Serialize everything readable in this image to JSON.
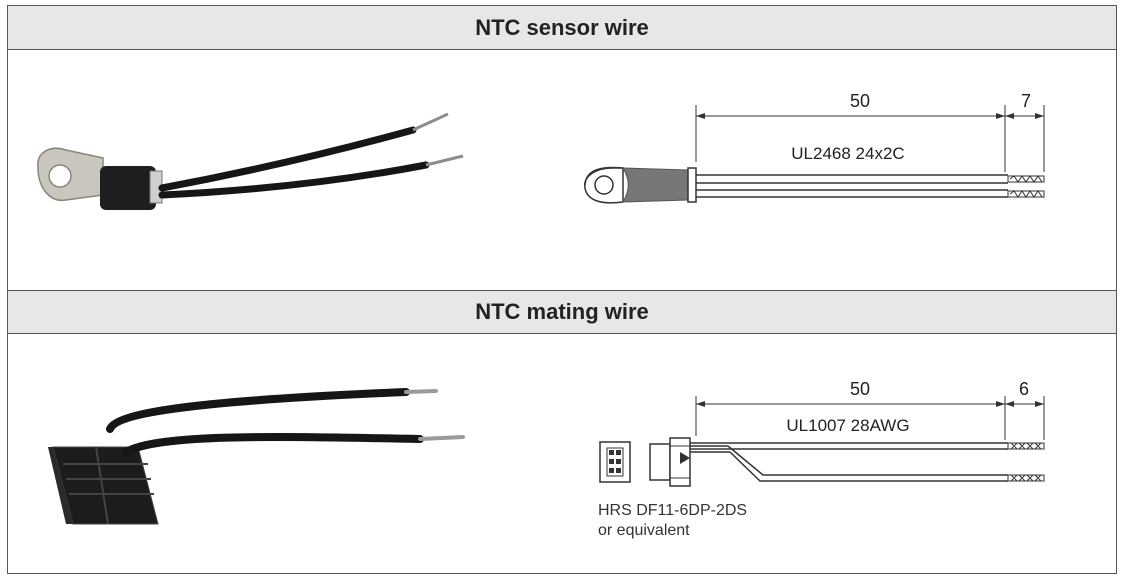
{
  "sensor_section": {
    "title": "NTC sensor wire",
    "dim_length": "50",
    "dim_strip": "7",
    "cable_spec": "UL2468 24x2C"
  },
  "mating_section": {
    "title": "NTC mating wire",
    "dim_length": "50",
    "dim_strip": "6",
    "cable_spec": "UL1007  28AWG",
    "connector_line1": "HRS DF11-6DP-2DS",
    "connector_line2": "or equivalent"
  }
}
